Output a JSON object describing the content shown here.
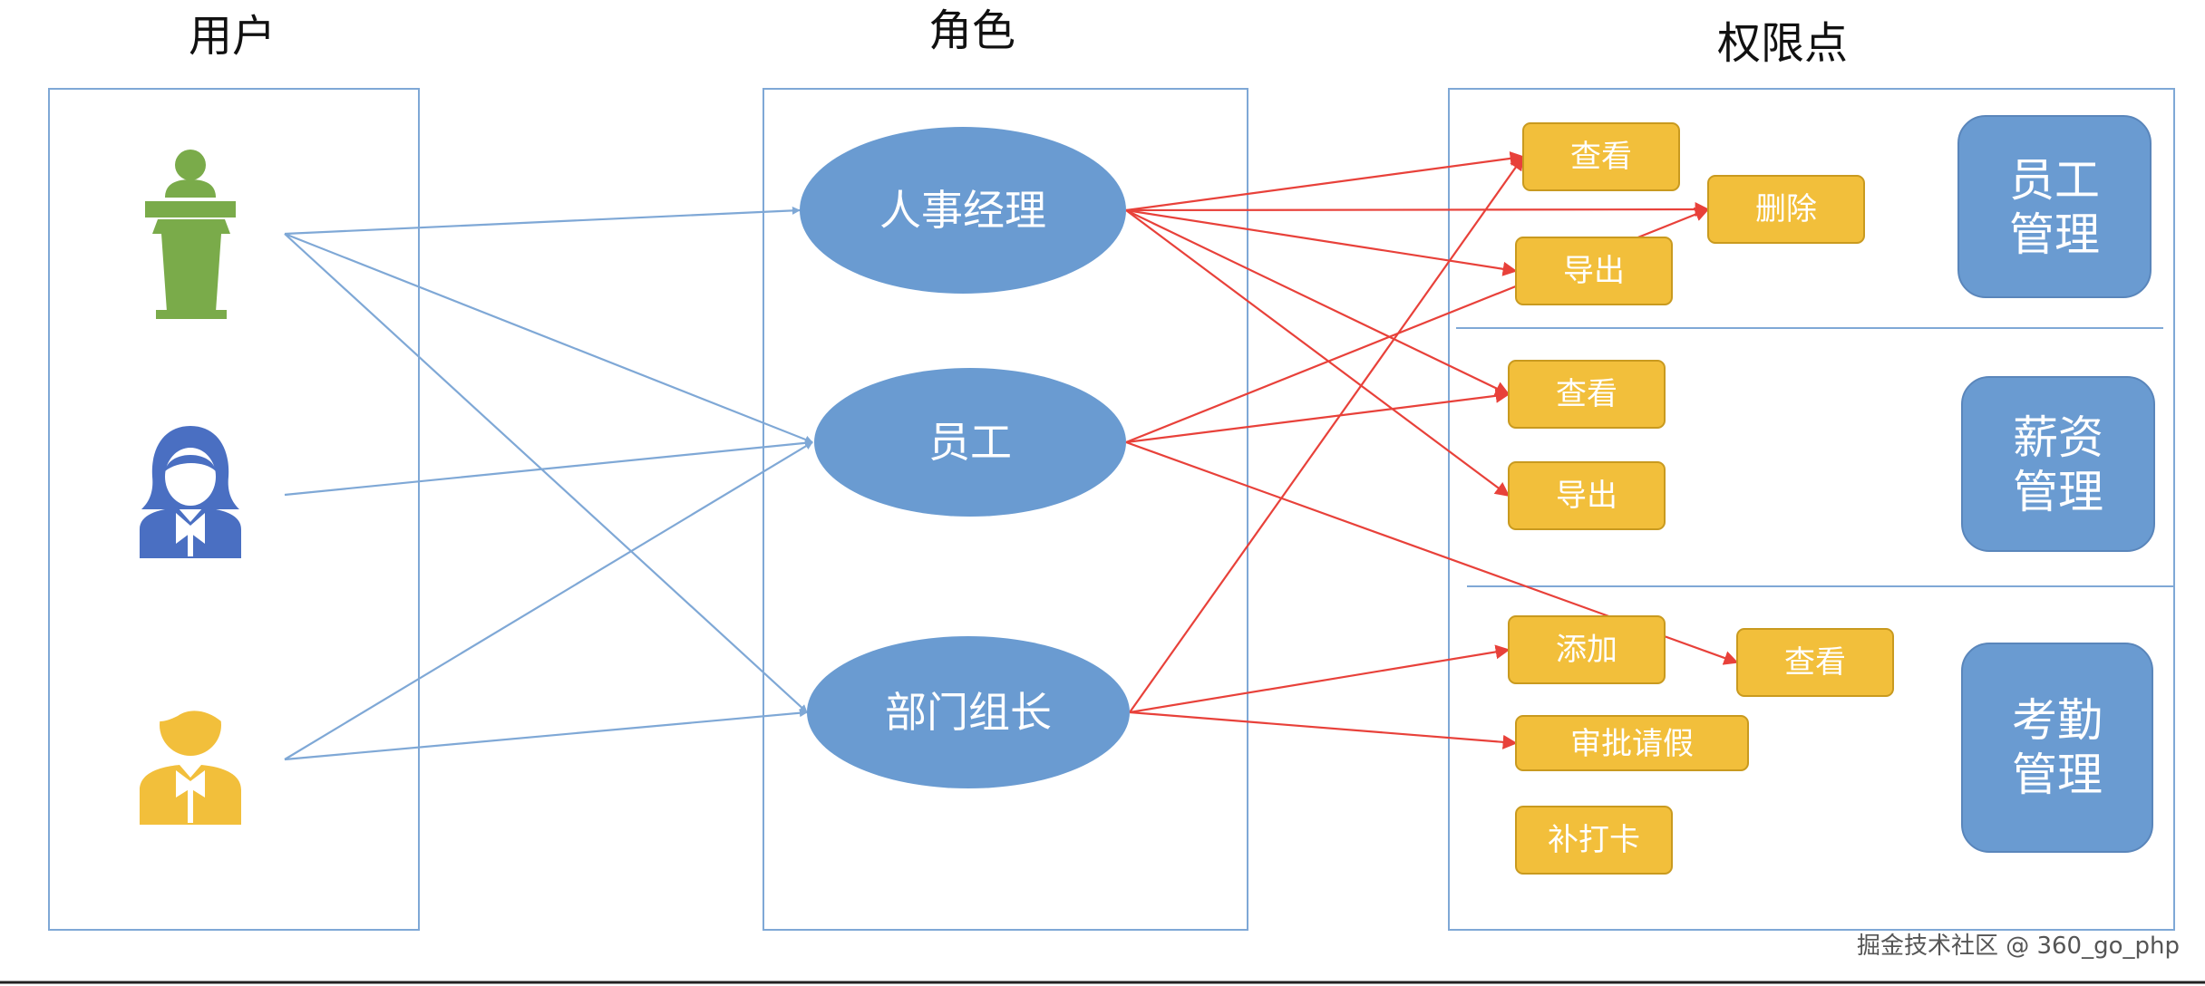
{
  "columns": {
    "users_title": "用户",
    "roles_title": "角色",
    "permissions_title": "权限点"
  },
  "users": [
    {
      "icon": "manager-podium-icon",
      "color": "#7aab4a"
    },
    {
      "icon": "female-staff-icon",
      "color": "#4a6fc2"
    },
    {
      "icon": "boy-leader-icon",
      "color": "#f2bf3b"
    }
  ],
  "roles": [
    {
      "label": "人事经理"
    },
    {
      "label": "员工"
    },
    {
      "label": "部门组长"
    }
  ],
  "modules": [
    {
      "label_line1": "员工",
      "label_line2": "管理"
    },
    {
      "label_line1": "薪资",
      "label_line2": "管理"
    },
    {
      "label_line1": "考勤",
      "label_line2": "管理"
    }
  ],
  "permissions": [
    {
      "label": "查看",
      "module": "员工管理"
    },
    {
      "label": "删除",
      "module": "员工管理"
    },
    {
      "label": "导出",
      "module": "员工管理"
    },
    {
      "label": "查看",
      "module": "薪资管理"
    },
    {
      "label": "导出",
      "module": "薪资管理"
    },
    {
      "label": "添加",
      "module": "考勤管理"
    },
    {
      "label": "查看",
      "module": "考勤管理"
    },
    {
      "label": "审批请假",
      "module": "考勤管理"
    },
    {
      "label": "补打卡",
      "module": "考勤管理"
    }
  ],
  "user_role_links": [
    {
      "user": 0,
      "role": 0
    },
    {
      "user": 0,
      "role": 1
    },
    {
      "user": 0,
      "role": 2
    },
    {
      "user": 1,
      "role": 1
    },
    {
      "user": 2,
      "role": 1
    },
    {
      "user": 2,
      "role": 2
    }
  ],
  "role_permission_links": [
    {
      "role": 0,
      "permission": 0
    },
    {
      "role": 0,
      "permission": 1
    },
    {
      "role": 0,
      "permission": 2
    },
    {
      "role": 0,
      "permission": 3
    },
    {
      "role": 0,
      "permission": 4
    },
    {
      "role": 1,
      "permission": 1
    },
    {
      "role": 1,
      "permission": 3
    },
    {
      "role": 1,
      "permission": 6
    },
    {
      "role": 2,
      "permission": 0
    },
    {
      "role": 2,
      "permission": 5
    },
    {
      "role": 2,
      "permission": 7
    }
  ],
  "colors": {
    "frame": "#7fa8d6",
    "role_fill": "#6a9bd1",
    "permission_fill": "#f2bf3b",
    "user_link": "#7fa8d6",
    "permission_link": "#e8413a"
  },
  "watermark": "掘金技术社区 @ 360_go_php"
}
